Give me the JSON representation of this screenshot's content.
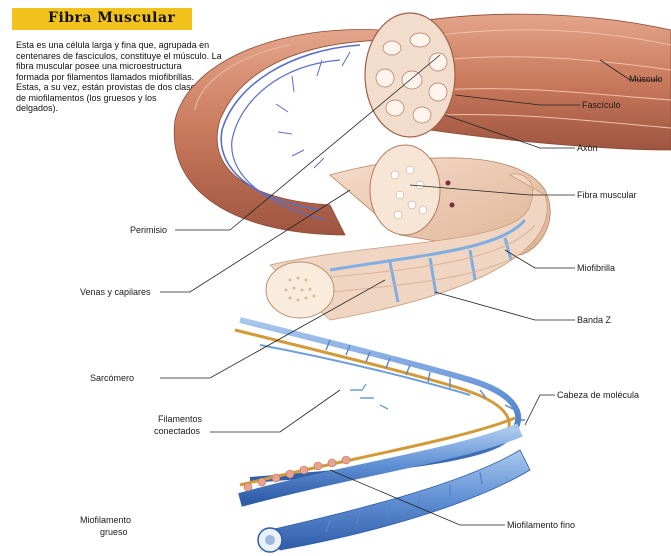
{
  "title": "Fibra   Muscular",
  "intro": [
    "Esta es una célula larga y fina que, agrupada en",
    "centenares de fascículos, constituye el músculo. La",
    "fibra muscular posee una microestructura",
    "formada por filamentos llamados miofibrillas.",
    "Estas, a su vez, están provistas de dos clases",
    "de miofilamentos (los gruesos y los",
    "delgados)."
  ],
  "labels": {
    "musculo": "Músculo",
    "fasciculo": "Fascículo",
    "axon": "Axón",
    "fibra_muscular": "Fibra muscular",
    "perimisio": "Perimisio",
    "venas": "Venas y capilares",
    "miofibrilla": "Miofibrilla",
    "banda_z": "Banda Z",
    "sarcomero": "Sarcómero",
    "cabeza": "Cabeza de molécula",
    "filamentos_1": "Filamentos",
    "filamentos_2": "conectados",
    "miofilamento_fino": "Miofilamento fino",
    "miofilamento_grueso_1": "Miofilamento",
    "miofilamento_grueso_2": "grueso"
  },
  "colors": {
    "title_bg": "#f2c31d",
    "muscle": "#c97b5f",
    "fascicle_pale": "#f2dccb",
    "vein_blue": "#5b6fc7",
    "myofibril": "#f0d6c2",
    "filament_blue": "#6f9fd9",
    "gold_filament": "#d39a3a",
    "head_pink": "#e7a58f"
  }
}
